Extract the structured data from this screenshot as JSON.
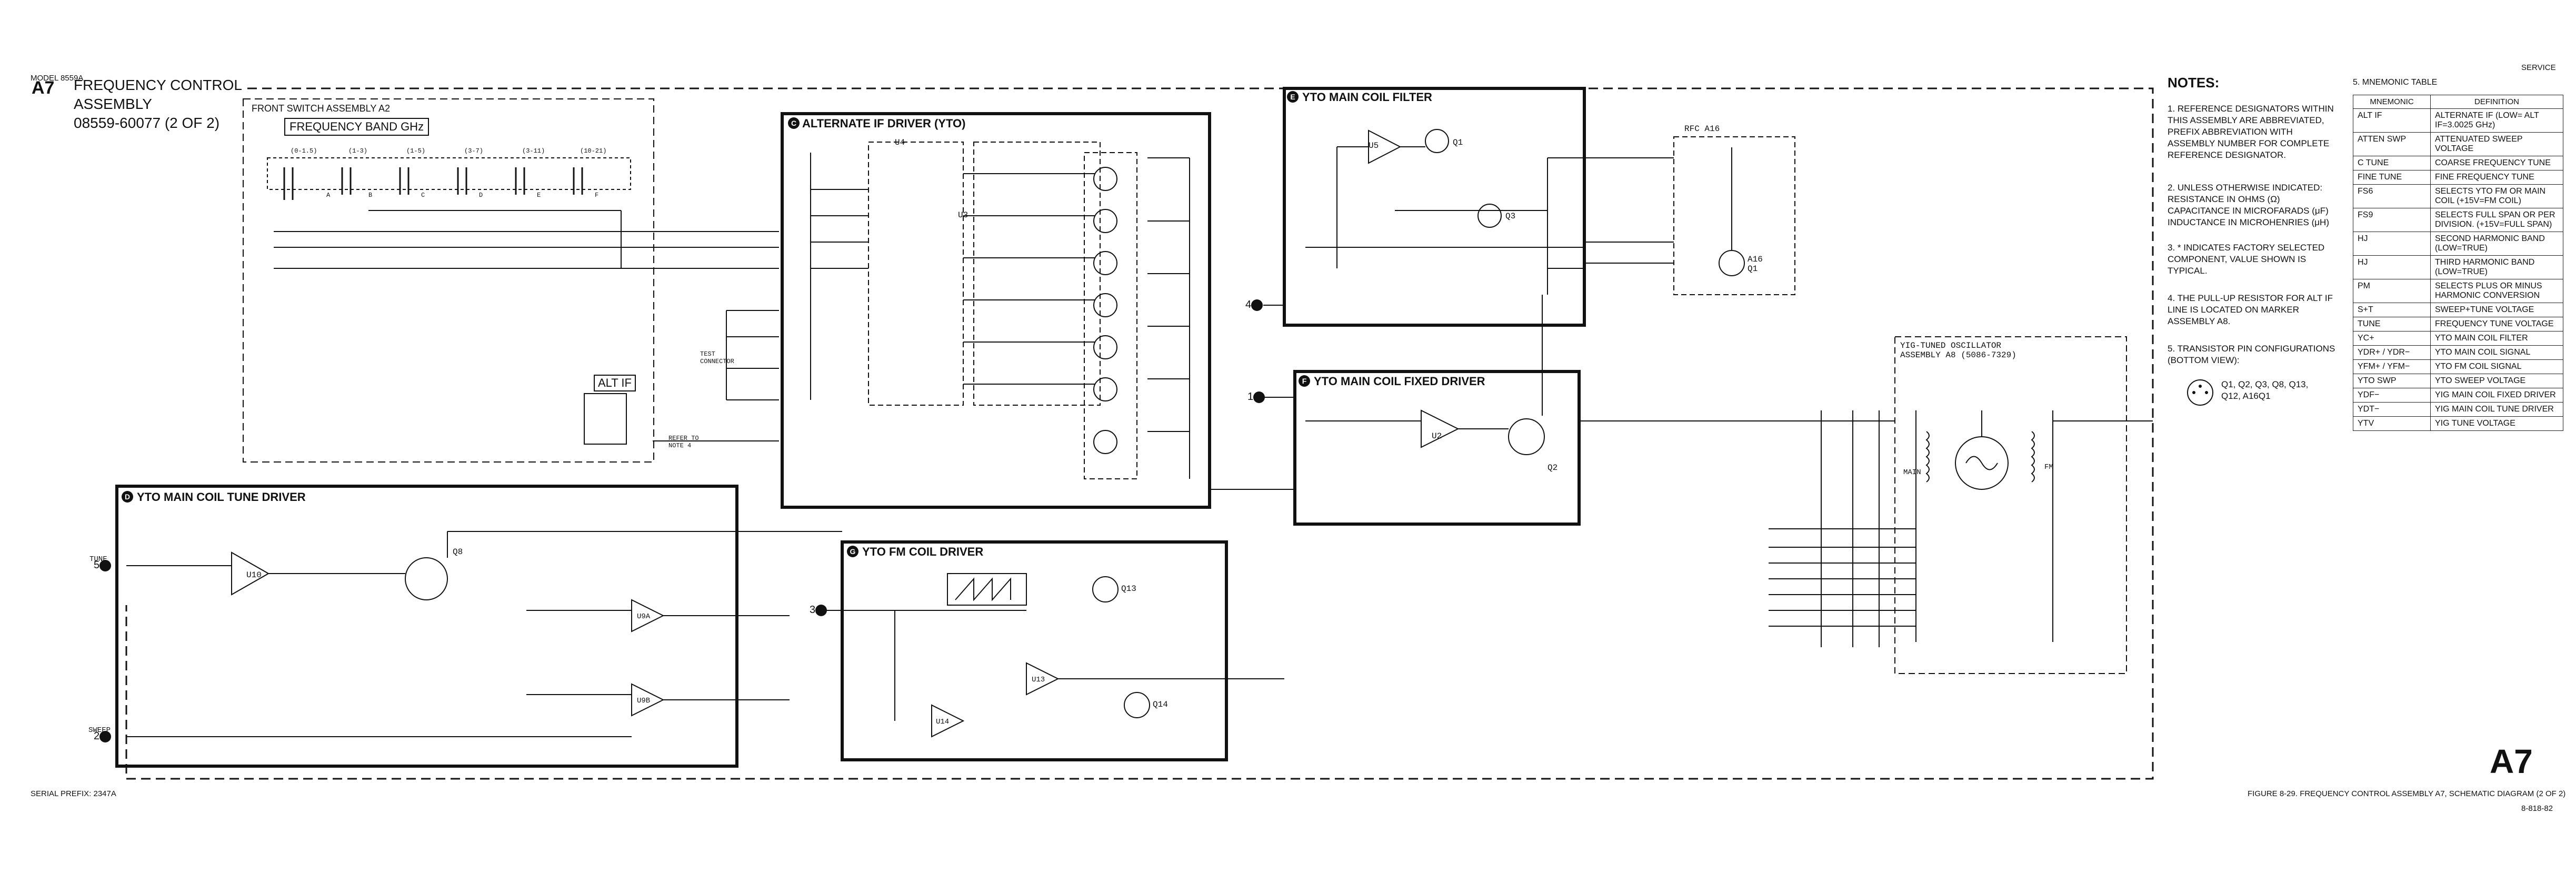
{
  "header": {
    "model": "MODEL 8559A",
    "service": "SERVICE",
    "assembly_id": "A7",
    "assembly_title_line1": "FREQUENCY CONTROL",
    "assembly_title_line2": "ASSEMBLY",
    "assembly_part": "08559-60077 (2 OF 2)"
  },
  "front_switch": {
    "label": "FRONT SWITCH ASSEMBLY A2",
    "band_label": "FREQUENCY BAND GHz",
    "bands": [
      "(0-1.5)",
      "(1-3)",
      "(1-5)",
      "(3-7)",
      "(3-11)",
      "(10-21)"
    ],
    "band_letters": [
      "A",
      "B",
      "C",
      "D",
      "E",
      "F"
    ],
    "test_connector": "TEST CONNECTOR",
    "alt_if": "ALT IF",
    "refer_to": "REFER TO NOTE 4"
  },
  "sections": {
    "C": "ALTERNATE IF DRIVER (YTO)",
    "E": "YTO MAIN COIL FILTER",
    "F": "YTO MAIN COIL FIXED DRIVER",
    "D": "YTO MAIN COIL TUNE DRIVER",
    "G": "YTO FM COIL DRIVER"
  },
  "labels": {
    "rfc": "RFC A16",
    "ytoa": "YIG-TUNED OSCILLATOR ASSEMBLY A8 (5086-7329)",
    "main": "MAIN",
    "fm": "FM",
    "tune": "TUNE",
    "sweep": "SWEEP",
    "in4": "4",
    "in1": "1",
    "in5": "5",
    "in3": "3",
    "in2": "2",
    "u3": "U3",
    "u4": "U4",
    "u5": "U5",
    "u2": "U2",
    "u10": "U10",
    "u9a": "U9A",
    "u9b": "U9B",
    "u13": "U13",
    "u14": "U14",
    "q1": "Q1",
    "q2": "Q2",
    "q3": "Q3",
    "q8": "Q8",
    "q13": "Q13",
    "q14": "Q14",
    "a16q1": "A16 Q1"
  },
  "notes": {
    "title": "NOTES:",
    "items": [
      "1. REFERENCE DESIGNATORS WITHIN THIS ASSEMBLY ARE ABBREVIATED, PREFIX ABBREVIATION WITH ASSEMBLY NUMBER FOR COMPLETE REFERENCE DESIGNATOR.",
      "2. UNLESS OTHERWISE INDICATED: RESISTANCE IN OHMS (Ω) CAPACITANCE IN MICROFARADS (μF) INDUCTANCE IN MICROHENRIES (μH)",
      "3. * INDICATES FACTORY SELECTED COMPONENT, VALUE SHOWN IS TYPICAL.",
      "4. THE PULL-UP RESISTOR FOR ALT IF LINE IS LOCATED ON MARKER ASSEMBLY A8.",
      "5. TRANSISTOR PIN CONFIGURATIONS (BOTTOM VIEW):"
    ],
    "transistor_list": "Q1, Q2, Q3, Q8, Q13, Q12, A16Q1"
  },
  "mnemonic": {
    "title": "5. MNEMONIC TABLE",
    "col_mnemonic": "MNEMONIC",
    "col_definition": "DEFINITION",
    "rows": [
      {
        "m": "ALT IF",
        "d": "ALTERNATE IF (LOW= ALT IF=3.0025 GHz)"
      },
      {
        "m": "ATTEN SWP",
        "d": "ATTENUATED SWEEP VOLTAGE"
      },
      {
        "m": "C TUNE",
        "d": "COARSE FREQUENCY TUNE"
      },
      {
        "m": "FINE TUNE",
        "d": "FINE FREQUENCY TUNE"
      },
      {
        "m": "FS6",
        "d": "SELECTS YTO FM OR MAIN COIL (+15V=FM COIL)"
      },
      {
        "m": "FS9",
        "d": "SELECTS FULL SPAN OR PER DIVISION. (+15V=FULL SPAN)"
      },
      {
        "m": "HJ",
        "d": "SECOND HARMONIC BAND (LOW=TRUE)"
      },
      {
        "m": "HJ",
        "d": "THIRD HARMONIC BAND (LOW=TRUE)"
      },
      {
        "m": "PM",
        "d": "SELECTS PLUS OR MINUS HARMONIC CONVERSION"
      },
      {
        "m": "S+T",
        "d": "SWEEP+TUNE VOLTAGE"
      },
      {
        "m": "TUNE",
        "d": "FREQUENCY TUNE VOLTAGE"
      },
      {
        "m": "YC+",
        "d": "YTO MAIN COIL FILTER"
      },
      {
        "m": "YDR+ / YDR−",
        "d": "YTO MAIN COIL SIGNAL"
      },
      {
        "m": "YFM+ / YFM−",
        "d": "YTO FM COIL SIGNAL"
      },
      {
        "m": "YTO SWP",
        "d": "YTO SWEEP VOLTAGE"
      },
      {
        "m": "YDF−",
        "d": "YIG MAIN COIL FIXED DRIVER"
      },
      {
        "m": "YDT−",
        "d": "YIG MAIN COIL TUNE DRIVER"
      },
      {
        "m": "YTV",
        "d": "YIG TUNE VOLTAGE"
      }
    ]
  },
  "footer": {
    "serial": "SERIAL PREFIX: 2347A",
    "figure": "FIGURE 8-29.  FREQUENCY CONTROL ASSEMBLY A7, SCHEMATIC DIAGRAM (2 OF 2)",
    "page": "8-818-82",
    "big_id": "A7"
  }
}
